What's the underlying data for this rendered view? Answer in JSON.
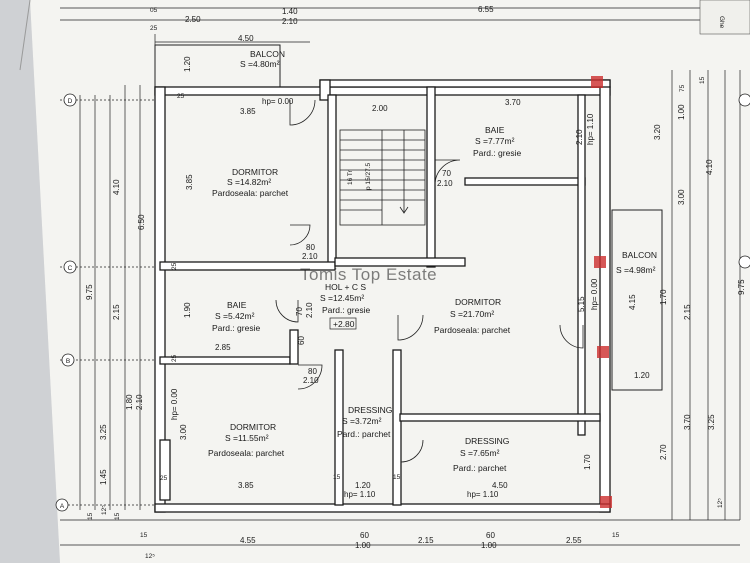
{
  "watermark": "Tomis Top Estate",
  "rooms": {
    "balcon_top": {
      "name": "BALCON",
      "area": "S =4.80m²"
    },
    "dormitor1": {
      "name": "DORMITOR",
      "area": "S =14.82m²",
      "floor": "Pardoseala: parchet"
    },
    "baie1": {
      "name": "BAIE",
      "area": "S =7.77m²",
      "floor": "Pard.: gresie"
    },
    "baie2": {
      "name": "BAIE",
      "area": "S =5.42m²",
      "floor": "Pard.: gresie"
    },
    "hol": {
      "name": "HOL + C S",
      "area": "S =12.45m²",
      "floor": "Pard.: gresie",
      "level": "+2.80"
    },
    "dormitor2": {
      "name": "DORMITOR",
      "area": "S =21.70m²",
      "floor": "Pardoseala: parchet"
    },
    "balcon_right": {
      "name": "BALCON",
      "area": "S =4.98m²"
    },
    "dormitor3": {
      "name": "DORMITOR",
      "area": "S =11.55m²",
      "floor": "Pardoseala: parchet"
    },
    "dressing1": {
      "name": "DRESSING",
      "area": "S =3.72m²",
      "floor": "Pard.: parchet"
    },
    "dressing2": {
      "name": "DRESSING",
      "area": "S =7.65m²",
      "floor": "Pard.: parchet"
    }
  },
  "stairs": {
    "label1": "16 Tr",
    "label2": "p 15/27.5"
  },
  "axes": {
    "d": "D",
    "c": "C",
    "b": "B",
    "a": "A"
  },
  "dims_top": {
    "d250": "2.50",
    "d140": "1.40",
    "d210": "2.10",
    "d655": "6.55",
    "d450": "4.50",
    "d05": "05",
    "d25t": "25"
  },
  "dims_inner": {
    "d385a": "3.85",
    "hp000a": "hp= 0.00",
    "d200": "2.00",
    "d370": "3.70",
    "d385v": "3.85",
    "d80a": "80",
    "d210a": "2.10",
    "d70a": "70",
    "d210b": "2.10",
    "d190": "1.90",
    "d285": "2.85",
    "d70b": "70",
    "d210c": "2.10",
    "d60": "60",
    "d80b": "80",
    "d210d": "2.10",
    "d300": "3.00",
    "hp000b": "hp= 0.00",
    "d385b": "3.85",
    "d120a": "1.20",
    "hp110a": "hp= 1.10",
    "d450b": "4.50",
    "hp110b": "hp= 1.10",
    "d170": "1.70",
    "d515": "5.15",
    "hp000c": "hp= 0.00",
    "d210e": "2.10",
    "hp110c": "hp= 1.10",
    "d120b": "1.20",
    "d25a": "25",
    "d25b": "25",
    "d25c": "25",
    "d25d": "25",
    "d15a": "15",
    "d15b": "15"
  },
  "dims_left": {
    "d120": "1.20",
    "d410": "4.10",
    "d650": "6.50",
    "d975": "9.75",
    "d215": "2.15",
    "d325": "3.25",
    "d145": "1.45",
    "d180": "1.80",
    "d210": "2.10",
    "d15": "15",
    "d12": "12⁵",
    "d15b": "15"
  },
  "dims_right": {
    "d320": "3.20",
    "d300": "3.00",
    "d410": "4.10",
    "d975": "9.75",
    "d100": "1.00",
    "d75": "75",
    "d415": "4.15",
    "d170": "1.70",
    "d215": "2.15",
    "d270": "2.70",
    "d370": "3.70",
    "d325": "3.25",
    "d15": "15",
    "d12": "12⁵"
  },
  "dims_bottom": {
    "d455": "4.55",
    "d60a": "60",
    "d100a": "1.00",
    "d215": "2.15",
    "d60b": "60",
    "d100b": "1.00",
    "d255": "2.55",
    "d15a": "15",
    "d12": "12⁵",
    "d15b": "15"
  },
  "stamp": "Ghe"
}
